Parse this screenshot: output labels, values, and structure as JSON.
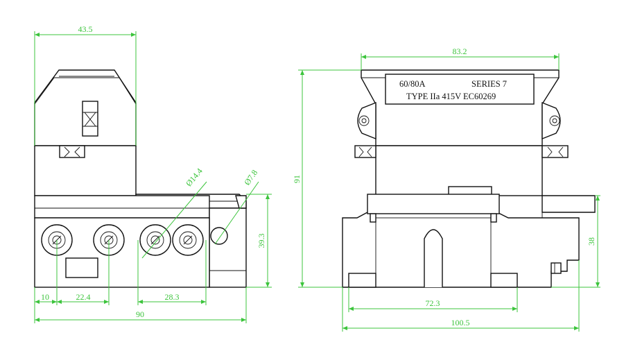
{
  "front_view": {
    "dimensions": {
      "width_top": "43.5",
      "dia_large": "Ø14.4",
      "dia_small": "Ø7.8",
      "height_right": "39.3",
      "offset_left": "10",
      "pitch_1": "22.4",
      "pitch_2": "28.3",
      "overall_width": "90"
    }
  },
  "side_view": {
    "nameplate": {
      "rating": "60/80A",
      "series": "SERIES 7",
      "type_line": "TYPE IIa 415V EC60269"
    },
    "dimensions": {
      "top_width": "83.2",
      "overall_height": "91",
      "right_height": "38",
      "base_inner_width": "72.3",
      "base_overall_width": "100.5"
    }
  },
  "colors": {
    "dimension": "#3cc43c",
    "outline": "#111111"
  }
}
